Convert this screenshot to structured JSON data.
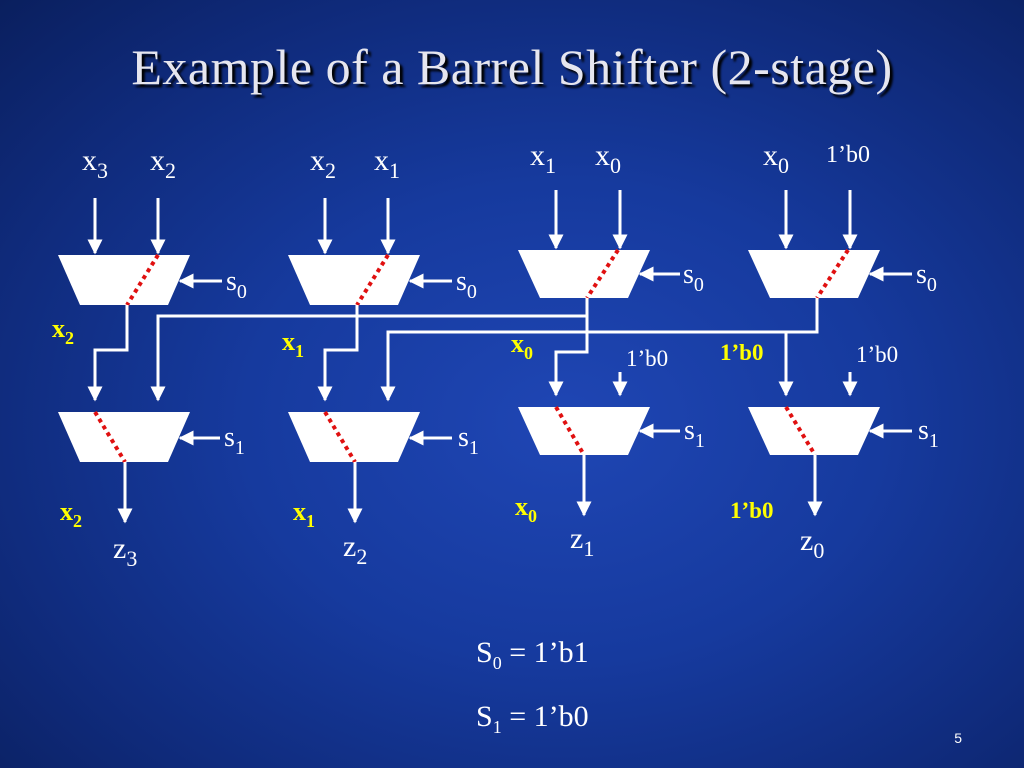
{
  "slide": {
    "title": "Example of  a Barrel Shifter (2-stage)",
    "slide_number": "5",
    "colors": {
      "wire": "#ffffff",
      "mux_fill": "#ffffff",
      "selected_path": "#e01010",
      "highlight_label": "#ffff00",
      "text": "#ffffff"
    }
  },
  "diagram": {
    "inputs": [
      {
        "base": "x",
        "sub": "3"
      },
      {
        "base": "x",
        "sub": "2"
      },
      {
        "base": "x",
        "sub": "2"
      },
      {
        "base": "x",
        "sub": "1"
      },
      {
        "base": "x",
        "sub": "1"
      },
      {
        "base": "x",
        "sub": "0"
      },
      {
        "base": "x",
        "sub": "0"
      },
      {
        "base": "1’b0",
        "sub": ""
      }
    ],
    "stage0_selects": [
      {
        "base": "s",
        "sub": "0"
      },
      {
        "base": "s",
        "sub": "0"
      },
      {
        "base": "s",
        "sub": "0"
      },
      {
        "base": "s",
        "sub": "0"
      }
    ],
    "stage1_selects": [
      {
        "base": "s",
        "sub": "1"
      },
      {
        "base": "s",
        "sub": "1"
      },
      {
        "base": "s",
        "sub": "1"
      },
      {
        "base": "s",
        "sub": "1"
      }
    ],
    "stage0_outputs": [
      {
        "base": "x",
        "sub": "2"
      },
      {
        "base": "x",
        "sub": "1"
      },
      {
        "base": "x",
        "sub": "0"
      },
      {
        "base": "1’b0",
        "sub": ""
      }
    ],
    "constants": [
      "1’b0",
      "1’b0"
    ],
    "final_values": [
      {
        "base": "x",
        "sub": "2"
      },
      {
        "base": "x",
        "sub": "1"
      },
      {
        "base": "x",
        "sub": "0"
      },
      {
        "base": "1’b0",
        "sub": ""
      }
    ],
    "outputs": [
      {
        "base": "z",
        "sub": "3"
      },
      {
        "base": "z",
        "sub": "2"
      },
      {
        "base": "z",
        "sub": "1"
      },
      {
        "base": "z",
        "sub": "0"
      }
    ]
  },
  "equations": {
    "s0": {
      "lhs": "S",
      "sub": "0",
      "rhs": " = 1’b1"
    },
    "s1": {
      "lhs": "S",
      "sub": "1",
      "rhs": " = 1’b0"
    }
  }
}
